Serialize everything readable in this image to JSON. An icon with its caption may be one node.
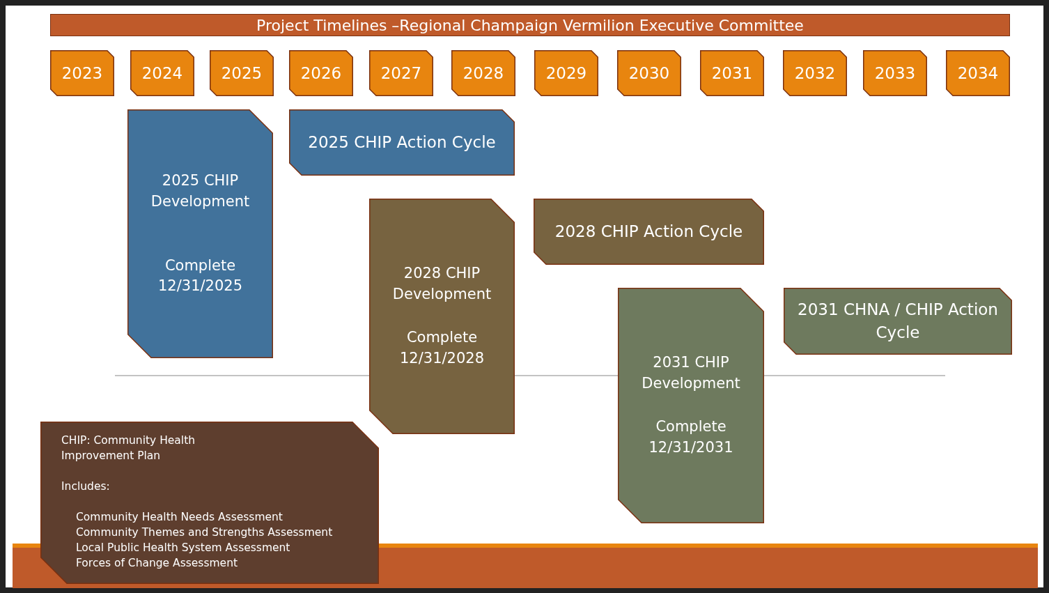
{
  "diagram": {
    "title": "Project Timelines –Regional Champaign Vermilion Executive Committee",
    "nodes": [
      {
        "text": [
          "2023"
        ]
      },
      {
        "text": [
          "2024"
        ]
      },
      {
        "text": [
          "2025"
        ]
      },
      {
        "text": [
          "2026"
        ]
      },
      {
        "text": [
          "2027"
        ]
      },
      {
        "text": [
          "2028"
        ]
      },
      {
        "text": [
          "2029"
        ]
      },
      {
        "text": [
          "2030"
        ]
      },
      {
        "text": [
          "2031"
        ]
      },
      {
        "text": [
          "2032"
        ]
      },
      {
        "text": [
          "2033"
        ]
      },
      {
        "text": [
          "2034"
        ]
      },
      {
        "text": [
          "2025 CHIP Development",
          "Complete 12/31/2025"
        ]
      },
      {
        "text": [
          "2025 CHIP Action Cycle"
        ]
      },
      {
        "text": [
          "2028 CHIP Development",
          "Complete 12/31/2028"
        ]
      },
      {
        "text": [
          "2028 CHIP Action Cycle"
        ]
      },
      {
        "text": [
          "2031 CHIP Development",
          "Complete 12/31/2031"
        ]
      },
      {
        "text": [
          "2031 CHNA / CHIP Action Cycle"
        ]
      },
      {
        "text": [
          "CHIP: Community Health Improvement Plan",
          "Includes:",
          "Community Health Needs Assessment",
          "Community Themes and Strengths Assessment",
          "Local Public Health System Assessment",
          "Forces of Change Assessment"
        ]
      }
    ],
    "edges": []
  }
}
